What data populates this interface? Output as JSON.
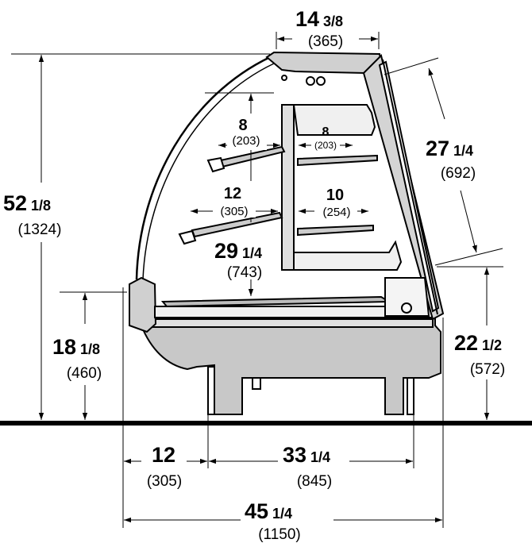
{
  "dimensions": {
    "top_depth": {
      "whole": "14",
      "fraction": "3/8",
      "metric": "(365)"
    },
    "total_height": {
      "whole": "52",
      "fraction": "1/8",
      "metric": "(1324)"
    },
    "front_height": {
      "whole": "18",
      "fraction": "1/8",
      "metric": "(460)"
    },
    "rear_height": {
      "whole": "22",
      "fraction": "1/2",
      "metric": "(572)"
    },
    "rear_glass": {
      "whole": "27",
      "fraction": "1/4",
      "metric": "(692)"
    },
    "interior_height": {
      "whole": "29",
      "fraction": "1/4",
      "metric": "(743)"
    },
    "front_overhang": {
      "whole": "12",
      "fraction": "",
      "metric": "(305)"
    },
    "base_depth": {
      "whole": "33",
      "fraction": "1/4",
      "metric": "(845)"
    },
    "total_depth": {
      "whole": "45",
      "fraction": "1/4",
      "metric": "(1150)"
    },
    "upper_front_shelf": {
      "whole": "8",
      "metric": "(203)"
    },
    "upper_rear_shelf": {
      "whole": "8",
      "metric": "(203)"
    },
    "lower_front_shelf": {
      "whole": "12",
      "metric": "(305)"
    },
    "lower_rear_shelf": {
      "whole": "10",
      "metric": "(254)"
    }
  },
  "colors": {
    "line": "#000000",
    "cabinet_fill": "#c8c8c8",
    "cabinet_light": "#dcdcdc",
    "white": "#ffffff"
  }
}
